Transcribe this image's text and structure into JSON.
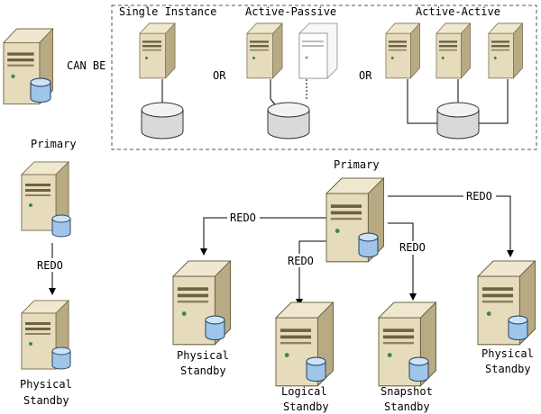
{
  "labels": {
    "can_be": "CAN BE",
    "primary_left": "Primary",
    "primary_center": "Primary",
    "single_instance": "Single Instance",
    "active_passive": "Active-Passive",
    "active_active": "Active-Active",
    "or1": "OR",
    "or2": "OR",
    "redo_left": "REDO",
    "redo_a": "REDO",
    "redo_b": "REDO",
    "redo_c": "REDO",
    "redo_d": "REDO",
    "left_standby_l1": "Physical",
    "left_standby_l2": "Standby",
    "phys1_l1": "Physical",
    "phys1_l2": "Standby",
    "logical_l1": "Logical",
    "logical_l2": "Standby",
    "snapshot_l1": "Snapshot",
    "snapshot_l2": "Standby",
    "phys2_l1": "Physical",
    "phys2_l2": "Standby"
  },
  "colors": {
    "server_light": "#f1ead2",
    "server_mid": "#d8cca6",
    "server_dark": "#9c9070",
    "db_blue": "#9fc6ea",
    "db_gray": "#d9d9d9",
    "line": "#000000",
    "dash": "#555555"
  }
}
